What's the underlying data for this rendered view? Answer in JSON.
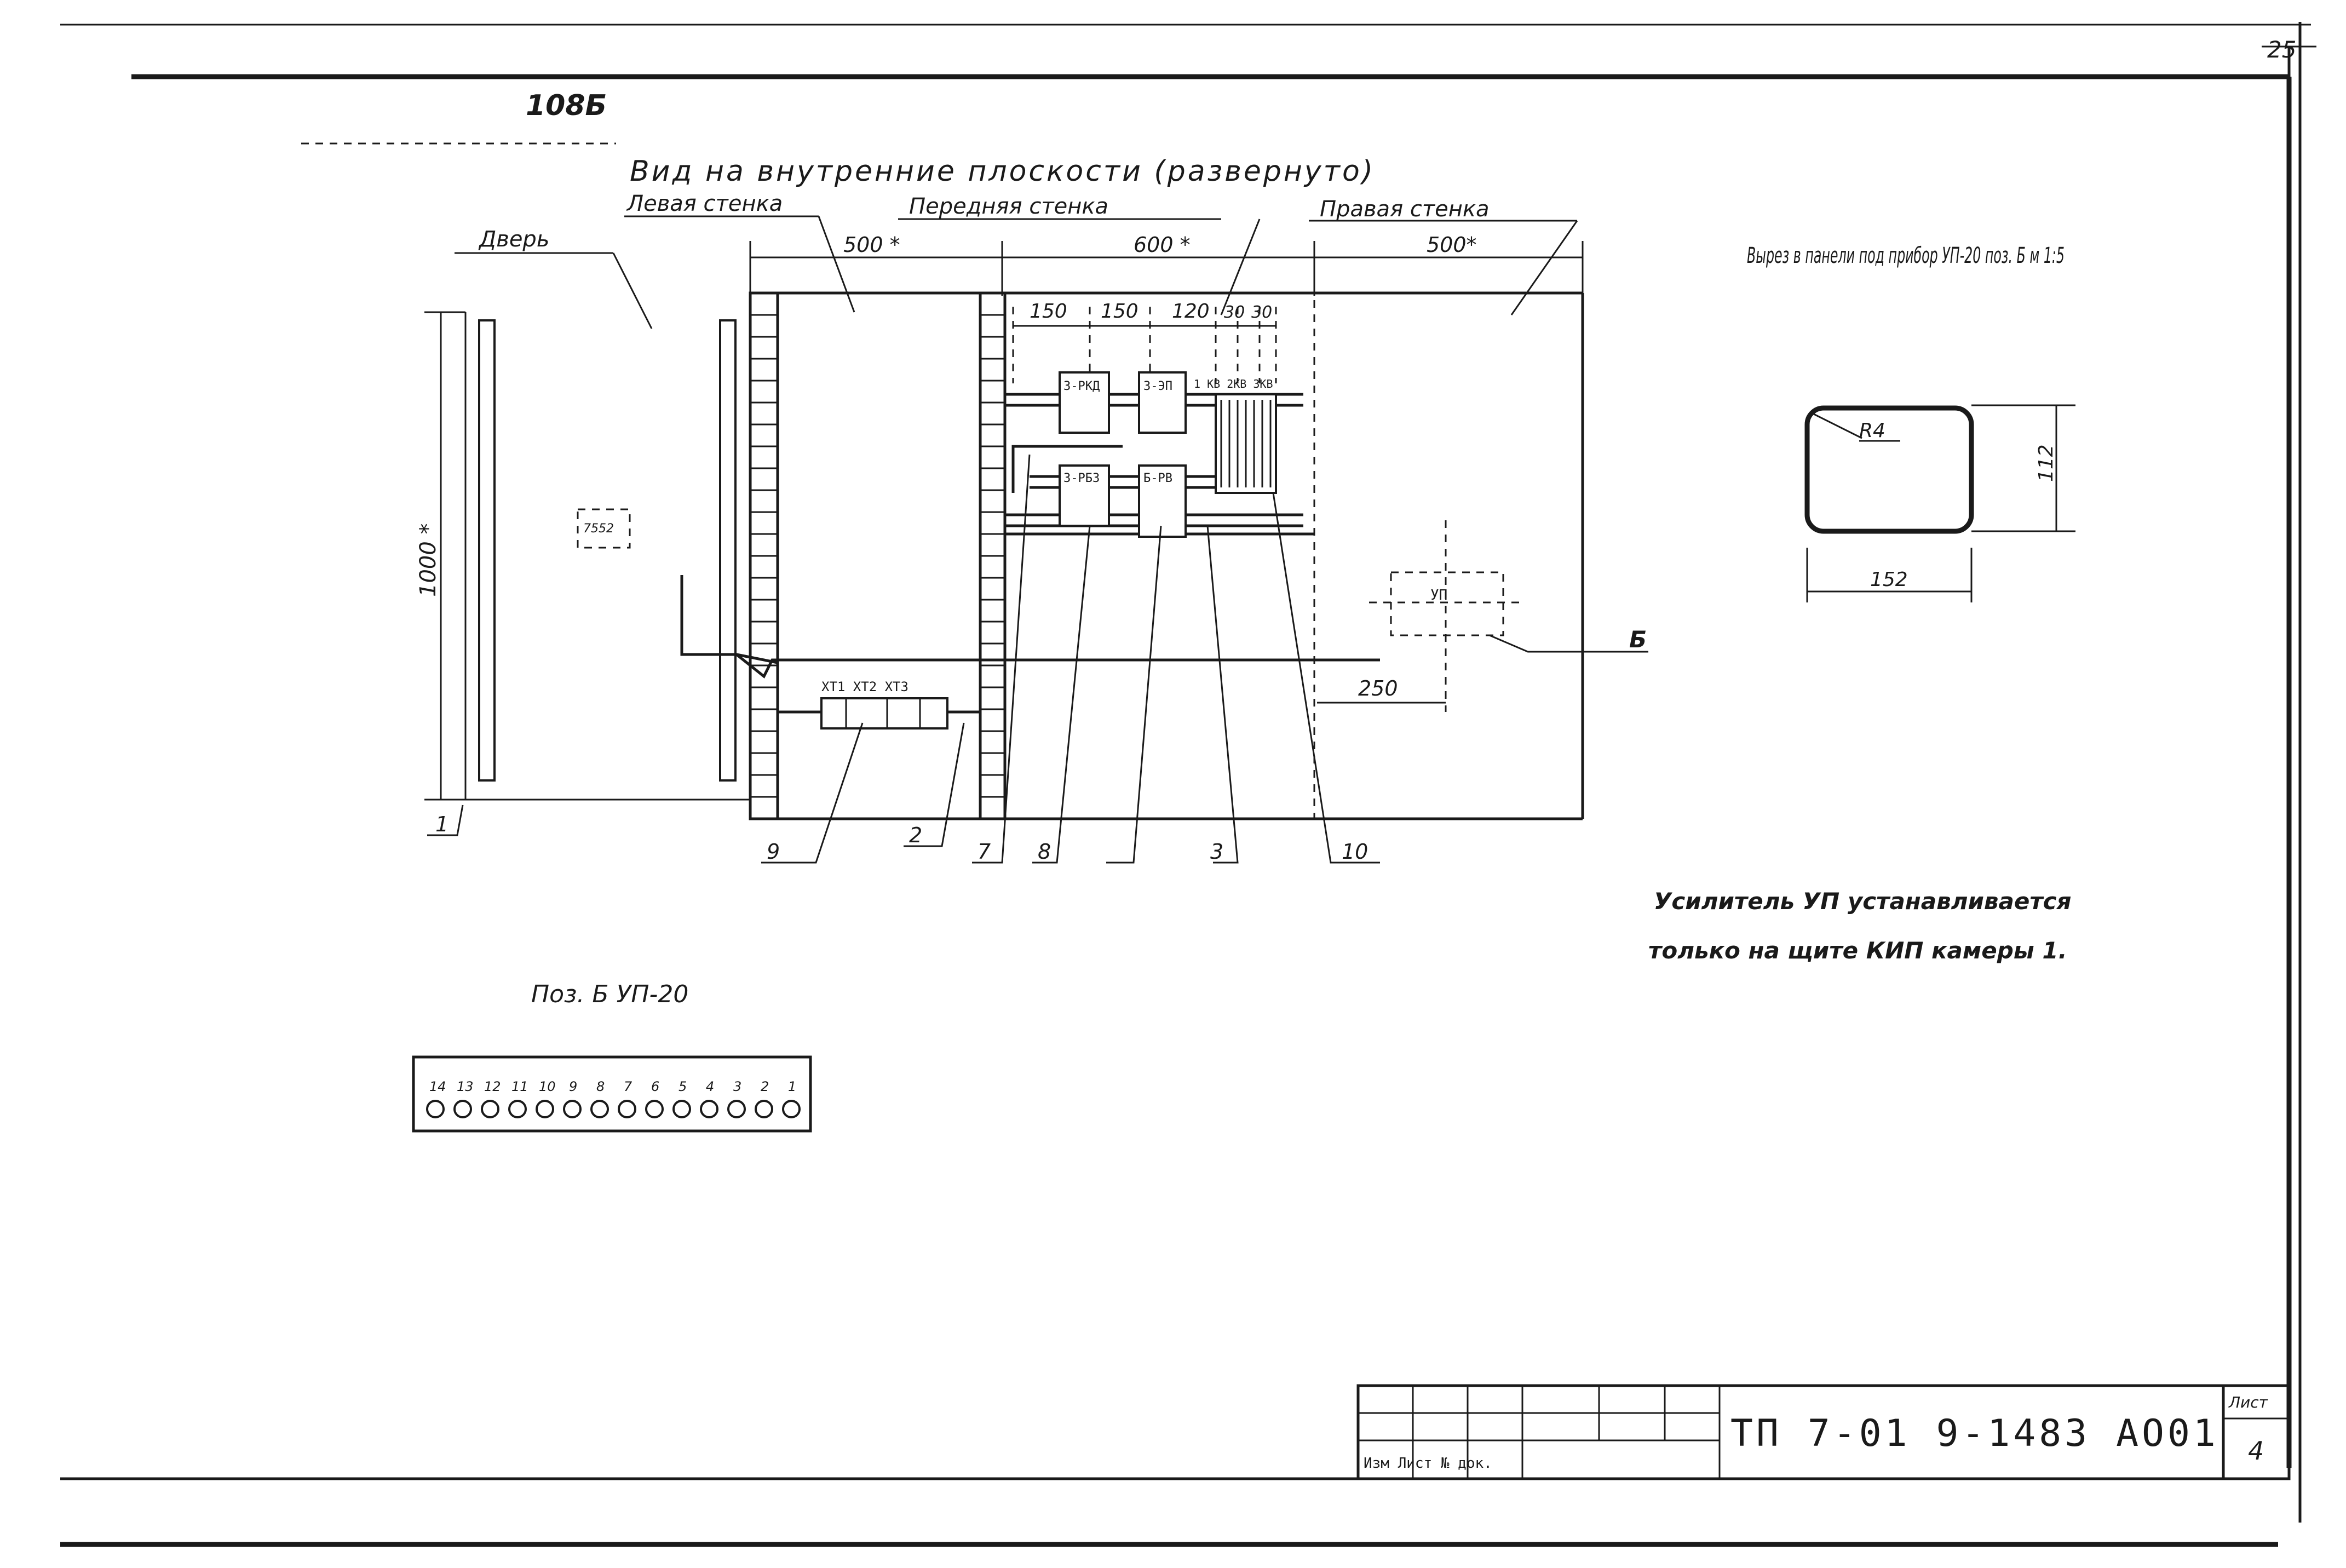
{
  "sheet": {
    "page_number": "25",
    "corner_mark": "108Б",
    "title_block_code": "ТП 7-01 9-1483 АО01",
    "sheet_label": "Лист",
    "sheet_number": "4",
    "title_block_signatures": "Изм Лист № док."
  },
  "drawing": {
    "title": "Вид на внутренние плоскости (развернуто)",
    "wall_left": "Левая стенка",
    "wall_front": "Передняя стенка",
    "wall_right": "Правая стенка",
    "door": "Дверь",
    "dim_left_width": "500 *",
    "dim_front_width": "600 *",
    "dim_right_width": "500*",
    "dim_height": "1000 *",
    "dim_spacing": [
      "150",
      "150",
      "120",
      "30",
      "30"
    ],
    "dim_amplifier_offset": "250",
    "door_plate": "7552",
    "device_labels": [
      "3-РКД",
      "3-ЭП",
      "3-РБЗ",
      "Б-РВ"
    ],
    "terminal_strip_top": "1 КВ 2КВ 3КВ",
    "terminal_blocks": "ХТ1 ХТ2 ХТ3",
    "amplifier_label": "УП",
    "position_tags": [
      "1",
      "9",
      "2",
      "7",
      "8",
      "3",
      "10",
      "Б"
    ]
  },
  "cutout": {
    "title": "Вырез в панели под прибор УП-20 поз. Б м 1:5",
    "radius": "R4",
    "height": "112",
    "width": "152"
  },
  "note": {
    "line1": "Усилитель УП устанавливается",
    "line2": "только на щите КИП камеры 1."
  },
  "connector": {
    "title": "Поз. Б УП-20",
    "pins": [
      "14",
      "13",
      "12",
      "11",
      "10",
      "9",
      "8",
      "7",
      "6",
      "5",
      "4",
      "3",
      "2",
      "1"
    ]
  }
}
